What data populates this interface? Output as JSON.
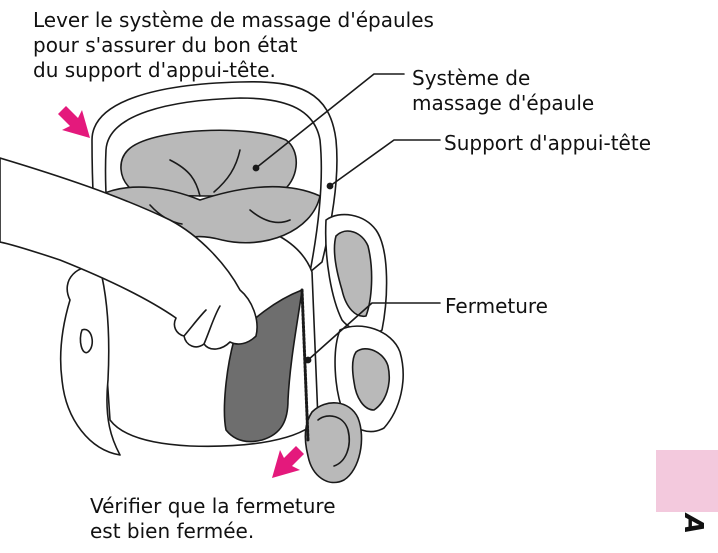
{
  "annotations": {
    "top_instruction": [
      "Lever le système de massage d'épaules",
      "pour s'assurer du bon état",
      "du support d'appui-tête."
    ],
    "shoulder_massage": [
      "Système de",
      "massage d'épaule"
    ],
    "headrest_support": "Support d'appui-tête",
    "zipper": "Fermeture",
    "bottom_instruction": [
      "Vérifier que la fermeture",
      "est bien fermée."
    ]
  },
  "side_tab": {
    "letter": "A"
  },
  "colors": {
    "arrow": "#e4197c",
    "side_tab": "#f3c9dd",
    "cushion_fill": "#b9b9b9",
    "cover_fill": "#6e6e6e",
    "line": "#1a1a1a"
  }
}
